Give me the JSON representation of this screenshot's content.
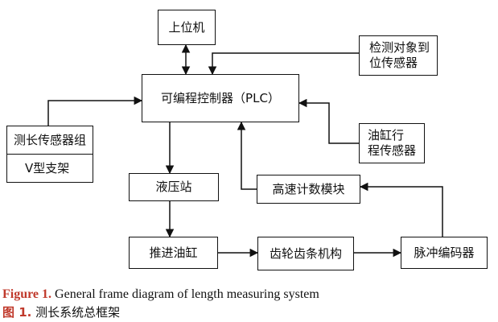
{
  "diagram": {
    "nodes": {
      "host": "上位机",
      "detect_sensor": "检测对象到\n位传感器",
      "plc": "可编程控制器（PLC）",
      "length_sensor_group": "测长传感器组",
      "v_frame": "V型支架",
      "cylinder_stroke_sensor": "油缸行\n程传感器",
      "hydraulic_station": "液压站",
      "counter_module": "高速计数模块",
      "push_cylinder": "推进油缸",
      "rack_pinion": "齿轮齿条机构",
      "pulse_encoder": "脉冲编码器"
    }
  },
  "caption": {
    "en_label": "Figure 1.",
    "en_text": " General frame diagram of length measuring system",
    "zh_label": "图 1.",
    "zh_text": " 测长系统总框架"
  }
}
